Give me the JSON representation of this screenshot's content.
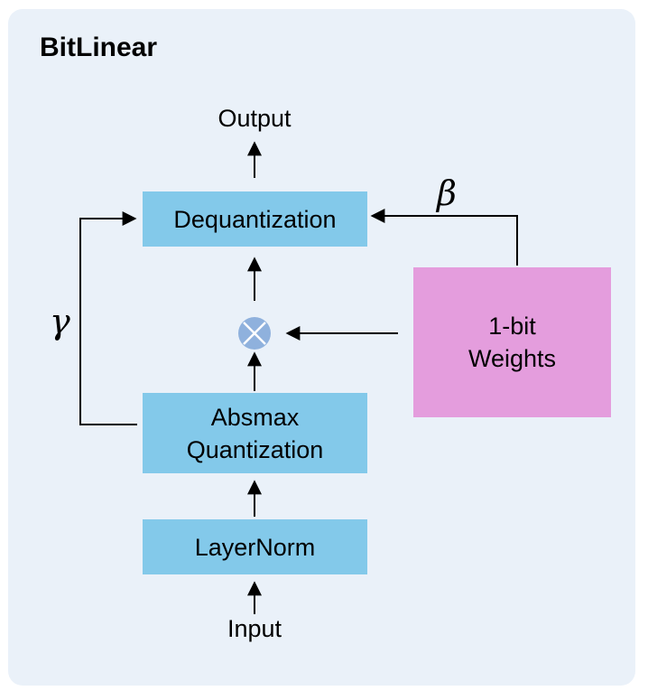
{
  "title": "BitLinear",
  "nodes": {
    "output": "Output",
    "dequantization": "Dequantization",
    "absmax_line1": "Absmax",
    "absmax_line2": "Quantization",
    "layernorm": "LayerNorm",
    "input": "Input",
    "weights_line1": "1-bit",
    "weights_line2": "Weights"
  },
  "symbols": {
    "gamma": "γ",
    "beta": "β"
  },
  "colors": {
    "panel": "#eaf1f9",
    "blue_box": "#83c9ea",
    "pink_box": "#e49ddd",
    "multiply_node": "#8fb1dd"
  }
}
